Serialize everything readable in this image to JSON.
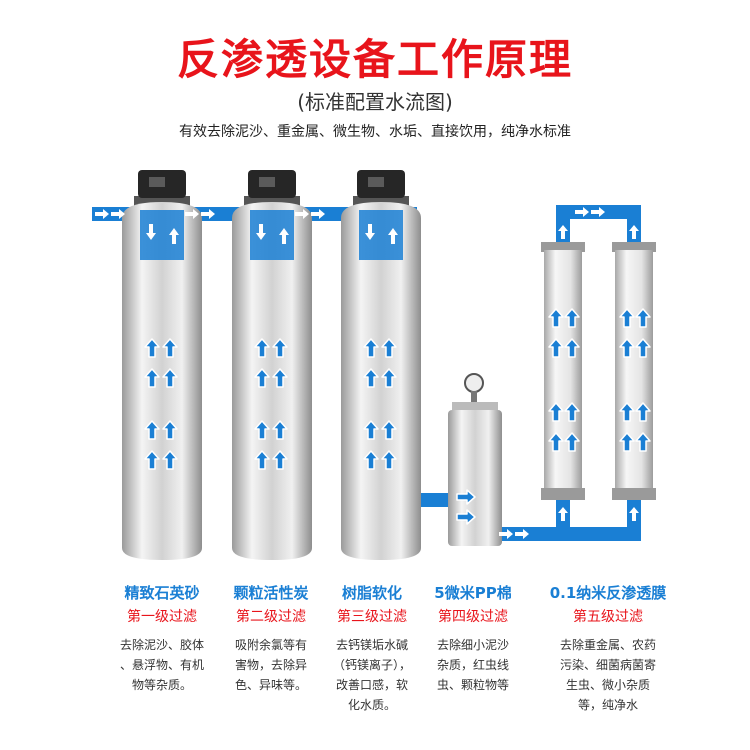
{
  "header": {
    "title": "反渗透设备工作原理",
    "subtitle": "(标准配置水流图)",
    "tagline": "有效去除泥沙、重金属、微生物、水垢、直接饮用，纯净水标准"
  },
  "stages": [
    {
      "name": "精致石英砂",
      "level": "第一级过滤",
      "desc": [
        "去除泥沙、胶体",
        "、悬浮物、有机",
        "物等杂质。"
      ]
    },
    {
      "name": "颗粒活性炭",
      "level": "第二级过滤",
      "desc": [
        "吸附余氯等有",
        "害物，去除异",
        "色、异味等。"
      ]
    },
    {
      "name": "树脂软化",
      "level": "第三级过滤",
      "desc": [
        "去钙镁垢水碱",
        "（钙镁离子），",
        "改善口感，软",
        "化水质。"
      ]
    },
    {
      "name": "5微米PP棉",
      "level": "第四级过滤",
      "desc": [
        "去除细小泥沙",
        "杂质，红虫线",
        "虫、颗粒物等"
      ]
    },
    {
      "name": "0.1纳米反渗透膜",
      "level": "第五级过滤",
      "desc": [
        "去除重金属、农药",
        "污染、细菌病菌寄",
        "生虫、微小杂质",
        "等，纯净水"
      ]
    }
  ],
  "colors": {
    "title": "#e8141b",
    "pipe": "#1a7fd4",
    "stage_name": "#1a7fd4",
    "stage_level": "#e8141b",
    "tank": "#d4d4d4"
  }
}
